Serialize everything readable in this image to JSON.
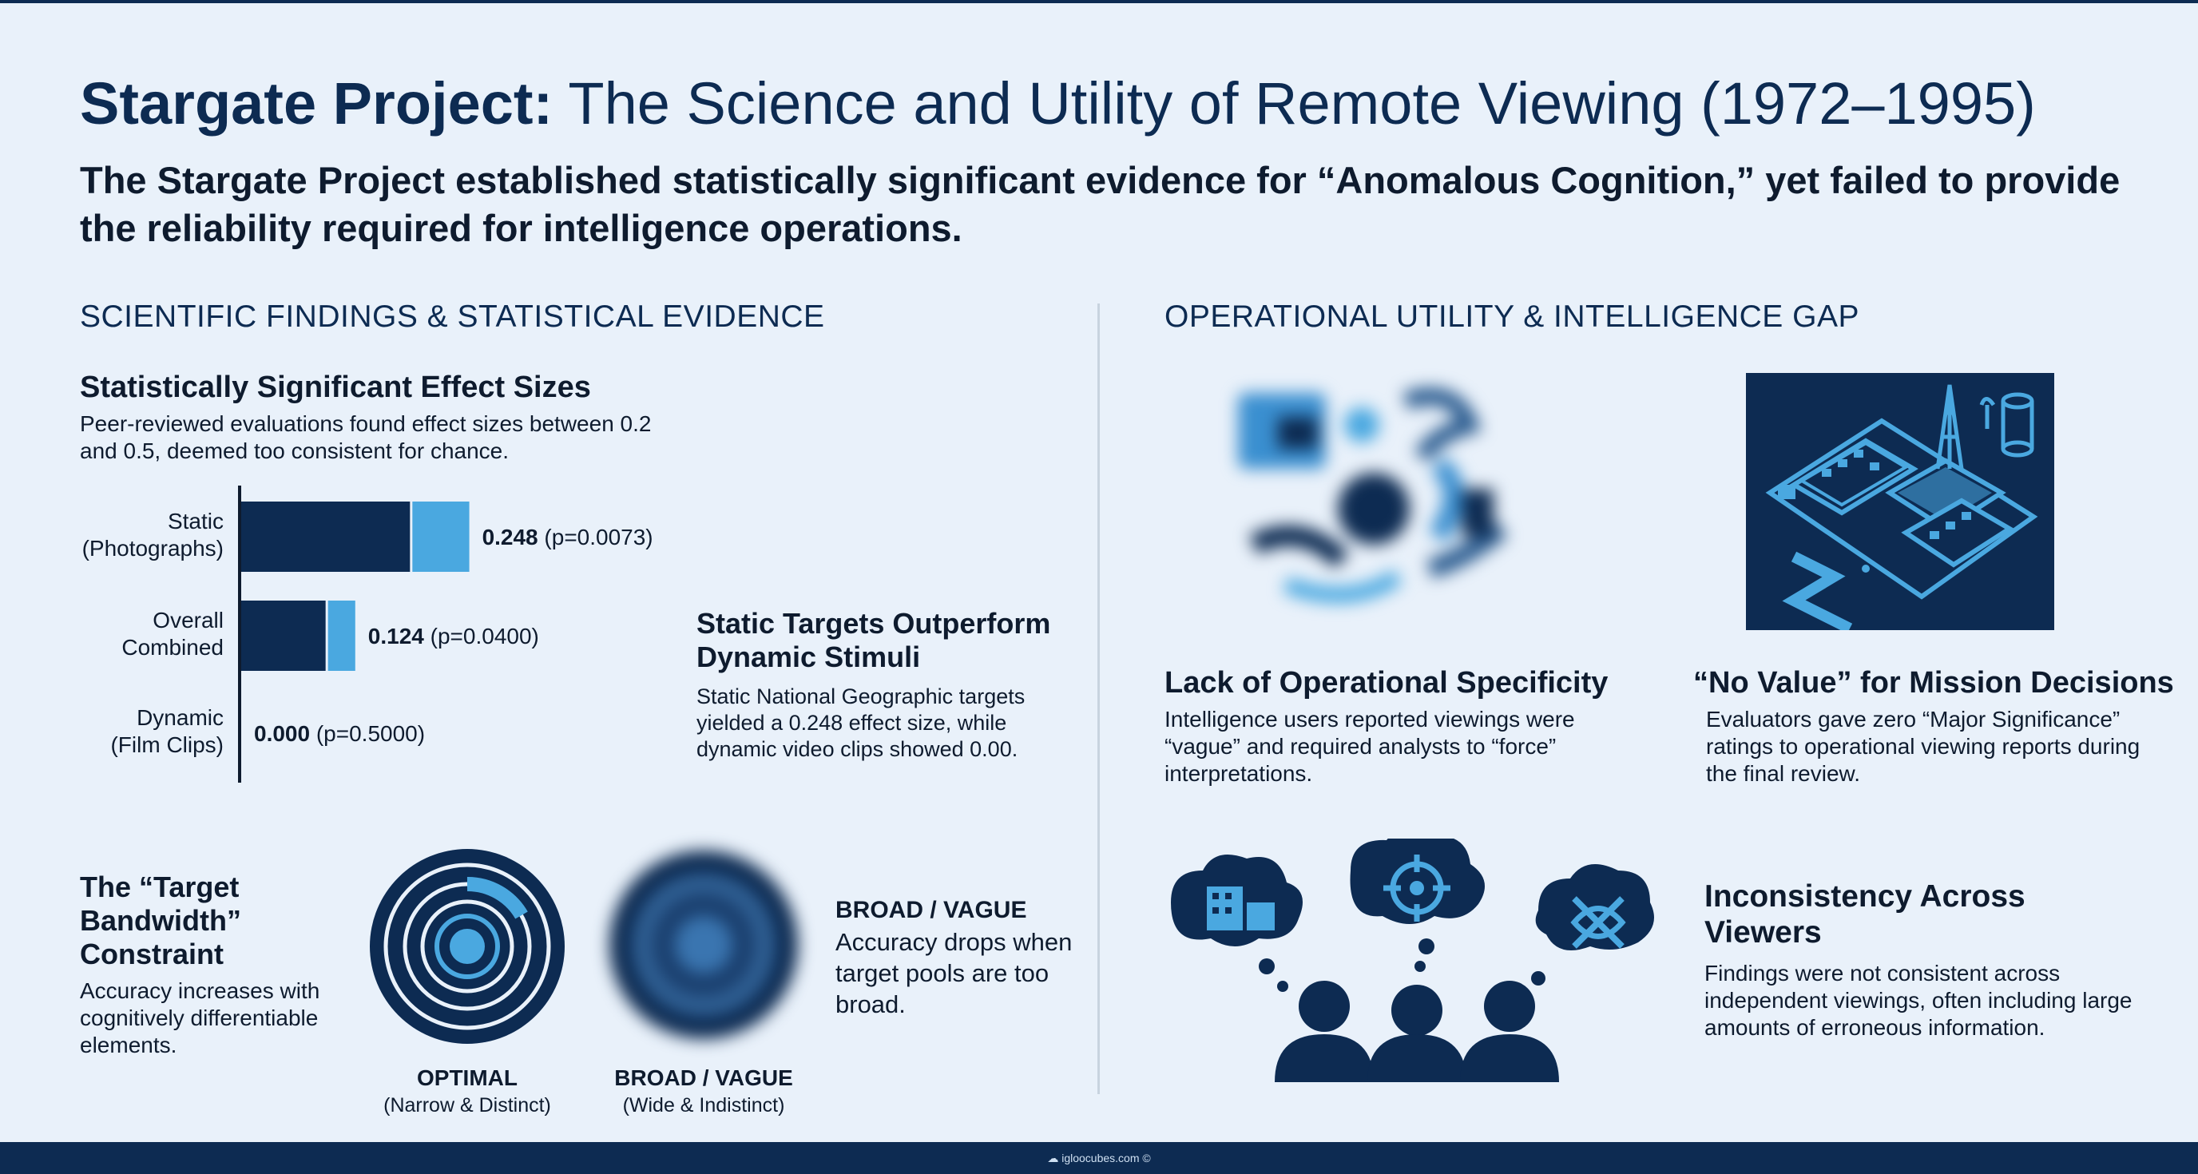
{
  "title": {
    "bold": "Stargate Project:",
    "rest": "The Science and Utility of Remote Viewing (1972–1995)"
  },
  "subtitle": "The Stargate Project established statistically significant evidence for “Anomalous Cognition,” yet failed to provide the reliability required for intelligence operations.",
  "left": {
    "heading": "SCIENTIFIC FINDINGS & STATISTICAL EVIDENCE",
    "effect": {
      "title": "Statistically Significant Effect Sizes",
      "body": "Peer-reviewed evaluations found effect sizes between 0.2 and 0.5, deemed too consistent for chance."
    },
    "static_vs_dynamic": {
      "title": "Static Targets Outperform Dynamic Stimuli",
      "body": "Static National Geographic targets yielded a 0.248 effect size, while dynamic video clips showed 0.00."
    },
    "bandwidth": {
      "title": "The “Target Bandwidth” Constraint",
      "body": "Accuracy increases with cognitively differentiable elements.",
      "broad_title": "BROAD / VAGUE",
      "broad_body": "Accuracy drops when target pools are too broad.",
      "optimal_label": "OPTIMAL",
      "optimal_sub": "(Narrow & Distinct)",
      "broad_label": "BROAD / VAGUE",
      "broad_sub": "(Wide & Indistinct)"
    }
  },
  "right": {
    "heading": "OPERATIONAL UTILITY & INTELLIGENCE GAP",
    "specificity": {
      "title": "Lack of Operational Specificity",
      "body": "Intelligence users reported viewings were “vague” and required analysts to “force” interpretations."
    },
    "no_value": {
      "title": "“No Value” for Mission Decisions",
      "body": "Evaluators gave zero “Major Significance” ratings to operational viewing reports during the final review."
    },
    "inconsistency": {
      "title": "Inconsistency Across Viewers",
      "body": "Findings were not consistent across independent viewings, often including large amounts of erroneous information."
    }
  },
  "chart_data": {
    "type": "bar",
    "orientation": "horizontal",
    "categories": [
      "Static (Photographs)",
      "Overall Combined",
      "Dynamic (Film Clips)"
    ],
    "category_lines": [
      [
        "Static",
        "(Photographs)"
      ],
      [
        "Overall",
        "Combined"
      ],
      [
        "Dynamic",
        "(Film Clips)"
      ]
    ],
    "values": [
      0.248,
      0.124,
      0.0
    ],
    "value_labels": [
      "0.248",
      "0.124",
      "0.000"
    ],
    "p_labels": [
      "(p=0.0073)",
      "(p=0.0400)",
      "(p=0.5000)"
    ],
    "xlim": [
      0,
      0.33
    ],
    "colors": {
      "dark": "#0d2b52",
      "light": "#4aa8e0"
    }
  },
  "colors": {
    "navy": "#0d2b52",
    "accent": "#4aa8e0",
    "background": "#e9f1fa"
  },
  "footer": "igloocubes.com ©"
}
